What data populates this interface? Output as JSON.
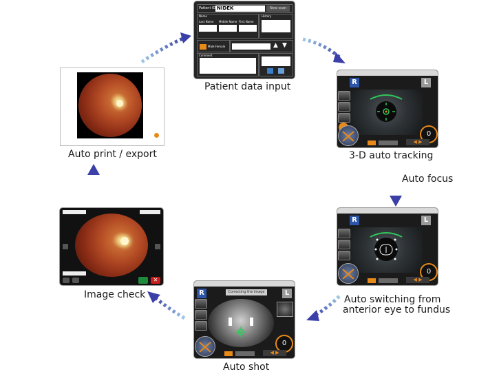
{
  "steps": {
    "patient": {
      "label": "Patient data input"
    },
    "tracking": {
      "label": "3-D auto tracking"
    },
    "focus": {
      "label": "Auto focus"
    },
    "switching": {
      "label_line1": "Auto switching from",
      "label_line2": "anterior eye to fundus"
    },
    "shot": {
      "label": "Auto shot"
    },
    "check": {
      "label": "Image check"
    },
    "print": {
      "label": "Auto print / export"
    }
  },
  "patient_form": {
    "patient_id_label": "Patient ID",
    "brand": "NIDEK",
    "new_button": "New scan",
    "name_group": "Name",
    "last_name": "Last Name",
    "middle_name": "Middle Name",
    "first_name": "First Name",
    "history_label": "History",
    "male_female": "Male  Female",
    "comment_label": "Comment"
  },
  "tracking_screen": {
    "left_eye": "R",
    "right_eye": "L",
    "counter": "0"
  },
  "switching_screen": {
    "left_eye": "R",
    "right_eye": "L",
    "counter": "0"
  },
  "shot_screen": {
    "left_eye": "R",
    "right_eye": "L",
    "counter": "0",
    "banner": "Correcting the image"
  },
  "colors": {
    "arrow_light": "#9fcbe6",
    "arrow_dark": "#3b40a8",
    "accent_orange": "#e88a1a",
    "eye_badge_blue": "#2c54a8",
    "tracking_green": "#30c85a"
  }
}
